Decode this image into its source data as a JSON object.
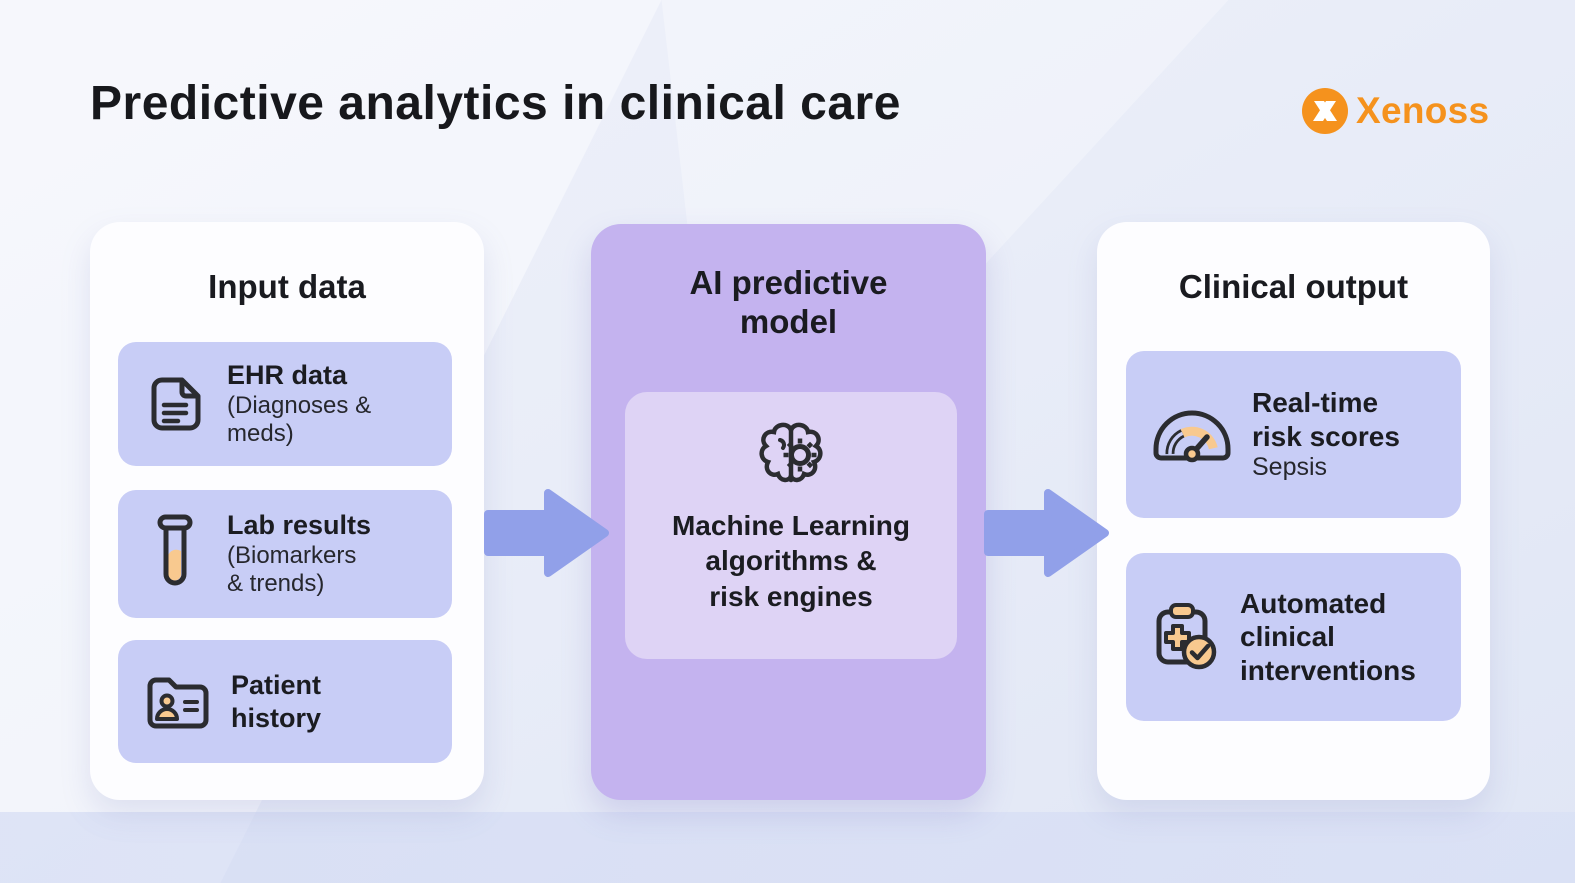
{
  "header": {
    "title": "Predictive analytics in clinical care",
    "brand": "Xenoss"
  },
  "colors": {
    "background": "#E8ECF8",
    "card_white": "#FDFDFF",
    "card_purple": "#C4B3EF",
    "inner_purple": "#DED3F5",
    "item_lavender": "#C8CDF6",
    "arrow_blue": "#91A0E9",
    "brand_orange": "#F5921D",
    "icon_orange_fill": "#F8C98F",
    "ink": "#1B1C21"
  },
  "columns": {
    "input": {
      "title": "Input data",
      "items": [
        {
          "icon": "document-icon",
          "title": "EHR data",
          "subtitle": "(Diagnoses &\nmeds)"
        },
        {
          "icon": "test-tube-icon",
          "title": "Lab results",
          "subtitle": "(Biomarkers\n& trends)"
        },
        {
          "icon": "patient-folder-icon",
          "title": "Patient\nhistory",
          "subtitle": ""
        }
      ]
    },
    "model": {
      "title": "AI predictive\nmodel",
      "items": [
        {
          "icon": "brain-gear-icon",
          "title": "Machine Learning\nalgorithms &\nrisk engines"
        }
      ]
    },
    "output": {
      "title": "Clinical output",
      "items": [
        {
          "icon": "gauge-icon",
          "title": "Real-time\nrisk scores",
          "subtitle": "Sepsis"
        },
        {
          "icon": "clipboard-check-icon",
          "title": "Automated\nclinical\ninterventions",
          "subtitle": ""
        }
      ]
    }
  },
  "arrows": [
    {
      "name": "input-to-model",
      "direction": "right"
    },
    {
      "name": "model-to-output",
      "direction": "right"
    }
  ]
}
